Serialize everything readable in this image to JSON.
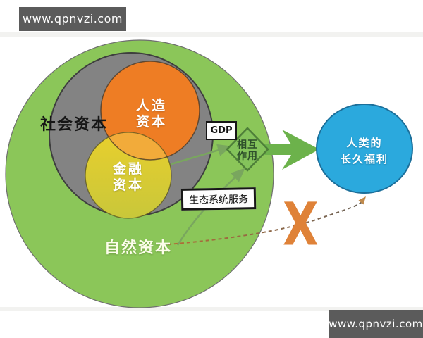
{
  "watermarks": {
    "top_left": "www.qpnvzi.com",
    "bottom_right": "www.qpnvzi.com"
  },
  "labels": {
    "natural_capital": "自然资本",
    "social_capital": "社会资本",
    "manmade_line1": "人造",
    "manmade_line2": "资本",
    "financial_line1": "金融",
    "financial_line2": "资本",
    "gdp": "GDP",
    "interaction_line1": "相互",
    "interaction_line2": "作用",
    "ecosystem_services": "生态系统服务",
    "welfare_line1": "人类的",
    "welfare_line2": "长久福利",
    "x_mark": "X"
  },
  "colors": {
    "natural_green": "#8bc659",
    "social_gray": "#838383",
    "manmade_orange": "#ee7d24",
    "financial_yellow": "#e8cf2d",
    "financial_yellow_deep": "#c9c73a",
    "overlap_amber": "#f2ab3a",
    "welfare_blue": "#2ba9dd",
    "welfare_blue_border": "#1c6f9a",
    "arrow_green": "#6cb24b",
    "diamond_fill": "#84c35b",
    "diamond_border": "#4e7f39",
    "diamond_text": "#2e4f2b",
    "thin_arrow_green": "#79a65e",
    "dashed_brown": "#b26d36",
    "dashed_gray": "#6b6257",
    "dash_head_tan": "#c08a4c",
    "x_orange": "#df8238",
    "watermark_bg": "#5b5b5b",
    "watermark_text": "#ffffff",
    "box_bg": "#fdfdfd",
    "box_border": "#161616",
    "social_text": "#161616",
    "natural_text": "#fcfdea",
    "capital_text": "#ffffff",
    "band": "#ededea"
  }
}
